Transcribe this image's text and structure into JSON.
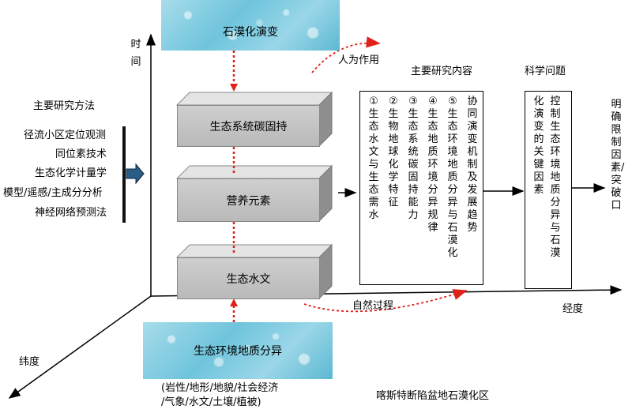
{
  "top_box": "石漠化演变",
  "bottom_box": "生态环境地质分异",
  "bottom_box_note_1": "(岩性/地形/地貌/社会经济",
  "bottom_box_note_2": "/气象/水文/土壤/植被)",
  "blocks": [
    "生态系统碳固持",
    "营养元素",
    "生态水文"
  ],
  "axis_time": "时间",
  "axis_longitude": "经度",
  "axis_latitude": "纬度",
  "label_human": "人为作用",
  "label_natural": "自然过程",
  "methods_title": "主要研究方法",
  "methods": [
    "径流小区定位观测",
    "同位素技术",
    "生态化学计量学",
    "模型/遥感/主成分分析",
    "神经网络预测法"
  ],
  "content_title": "主要研究内容",
  "content_columns": [
    "①生态水文与生态需水",
    "②生物地球化学特征",
    "③生态系统碳固持能力",
    "④生态地质环境分异规律",
    "⑤生态环境地质分异与石漠化",
    "协同演变机制及发展趋势"
  ],
  "science_title": "科学问题",
  "science_columns": [
    "控制生态环境地质分异与石漠",
    "化演变的关键因素"
  ],
  "right_label": "明确限制因素/突破口",
  "region": "喀斯特断陷盆地石漠化区",
  "colors": {
    "dotted_red": "#e0201a",
    "axis": "#000000",
    "block": "#c4c4c4"
  }
}
